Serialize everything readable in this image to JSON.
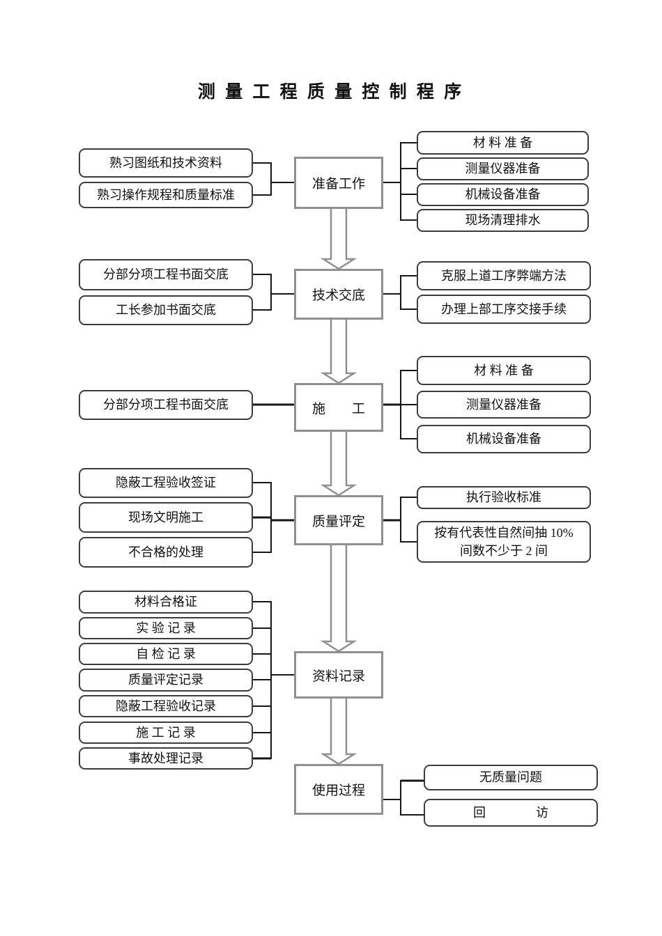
{
  "title": "测 量 工 程 质 量 控 制 程 序",
  "colors": {
    "stage_border": "#8f8f8f",
    "side_border": "#3c3c3c",
    "connector": "#161616",
    "arrow_outline": "#8f8f8f",
    "arrow_fill": "#ffffff",
    "background": "#ffffff"
  },
  "flow": [
    {
      "stage": "准备工作",
      "inputs": [
        "熟习图纸和技术资料",
        "熟习操作规程和质量标准"
      ],
      "outputs": [
        "材 料 准 备",
        "测量仪器准备",
        "机械设备准备",
        "现场清理排水"
      ]
    },
    {
      "stage": "技术交底",
      "inputs": [
        "分部分项工程书面交底",
        "工长参加书面交底"
      ],
      "outputs": [
        "克服上道工序弊端方法",
        "办理上部工序交接手续"
      ]
    },
    {
      "stage": "施　　工",
      "inputs": [
        "分部分项工程书面交底"
      ],
      "outputs": [
        "材 料 准 备",
        "测量仪器准备",
        "机械设备准备"
      ]
    },
    {
      "stage": "质量评定",
      "inputs": [
        "隐蔽工程验收签证",
        "现场文明施工",
        "不合格的处理"
      ],
      "outputs": [
        "执行验收标准",
        "按有代表性自然间抽 10%\n间数不少于 2 间"
      ]
    },
    {
      "stage": "资料记录",
      "inputs": [
        "材料合格证",
        "实 验 记 录",
        "自 检 记 录",
        "质量评定记录",
        "隐蔽工程验收记录",
        "施 工 记 录",
        "事故处理记录"
      ],
      "outputs": []
    },
    {
      "stage": "使用过程",
      "inputs": [],
      "outputs": [
        "无质量问题",
        "回　　　　访"
      ]
    }
  ]
}
